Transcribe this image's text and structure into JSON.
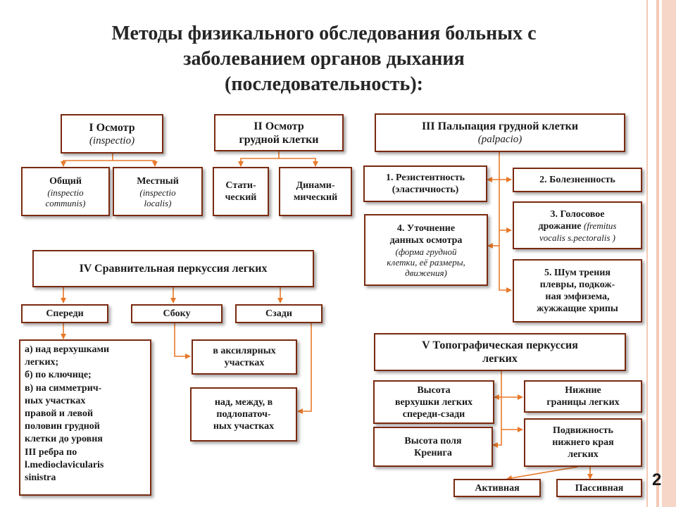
{
  "title": {
    "line1": "Методы физикального обследования больных с",
    "line2": "заболеванием органов дыхания",
    "line3": "(последовательность):"
  },
  "page_number": "2",
  "colors": {
    "border": "#7a2a10",
    "arrow": "#e8792a",
    "stripe": "#f3c9b5"
  },
  "boxes": {
    "b1": {
      "line1": "I  Осмотр",
      "line2": "(inspectio)"
    },
    "b2": {
      "line1": "II  Осмотр",
      "line2": "грудной клетки"
    },
    "b3": {
      "line1": "III  Пальпация грудной клетки",
      "line2": "(palpacio)"
    },
    "general": {
      "line1": "Общий",
      "line2": "(inspectio",
      "line3": "communis)"
    },
    "local": {
      "line1": "Местный",
      "line2": "(inspectio",
      "line3": "localis)"
    },
    "static": {
      "line1": "Стати-",
      "line2": "ческий"
    },
    "dynamic": {
      "line1": "Динами-",
      "line2": "мический"
    },
    "p1": {
      "line1": "1. Резистентность",
      "line2": "(эластичность)"
    },
    "p2": {
      "line1": "2. Болезненность"
    },
    "p3": {
      "line1": "3. Голосовое",
      "line2a": "дрожание ",
      "line2b": "(fremitus",
      "line3": "vocalis  s.pectoralis )"
    },
    "p4": {
      "line1": "4. Уточнение",
      "line2": "данных осмотра",
      "line3": "(форма грудной",
      "line4": "клетки, её размеры,",
      "line5": "движения)"
    },
    "p5": {
      "line1": "5. Шум трения",
      "line2": "плевры, подкож-",
      "line3": "ная эмфизема,",
      "line4": "жужжащие хрипы"
    },
    "b4": {
      "line1": "IV  Сравнительная перкуссия легких"
    },
    "front": {
      "line1": "Спереди"
    },
    "side": {
      "line1": "Сбоку"
    },
    "back": {
      "line1": "Сзади"
    },
    "frontlist": {
      "l1": "а) над верхушками",
      "l2": "легких;",
      "l3": "б) по ключице;",
      "l4": "в) на симметрич-",
      "l5": "ных участках",
      "l6": "правой и левой",
      "l7": "половин грудной",
      "l8": "клетки до уровня",
      "l9": "III  ребра по",
      "l10": "l.medioclavicularis",
      "l11": "sinistra"
    },
    "axillary": {
      "line1": "в аксилярных",
      "line2": "участках"
    },
    "scapular": {
      "line1": "над, между, в",
      "line2": "подлопаточ-",
      "line3": "ных участках"
    },
    "b5": {
      "line1": "V  Топографическая перкуссия",
      "line2": "легких"
    },
    "apex": {
      "line1": "Высота",
      "line2": "верхушки легких",
      "line3": "спереди-сзади"
    },
    "lower": {
      "line1": "Нижние",
      "line2": "границы легких"
    },
    "kronig": {
      "line1": "Высота поля",
      "line2": "Кренига"
    },
    "mobility": {
      "line1": "Подвижность",
      "line2": "нижнего края",
      "line3": "легких"
    },
    "active": {
      "line1": "Активная"
    },
    "passive": {
      "line1": "Пассивная"
    }
  }
}
